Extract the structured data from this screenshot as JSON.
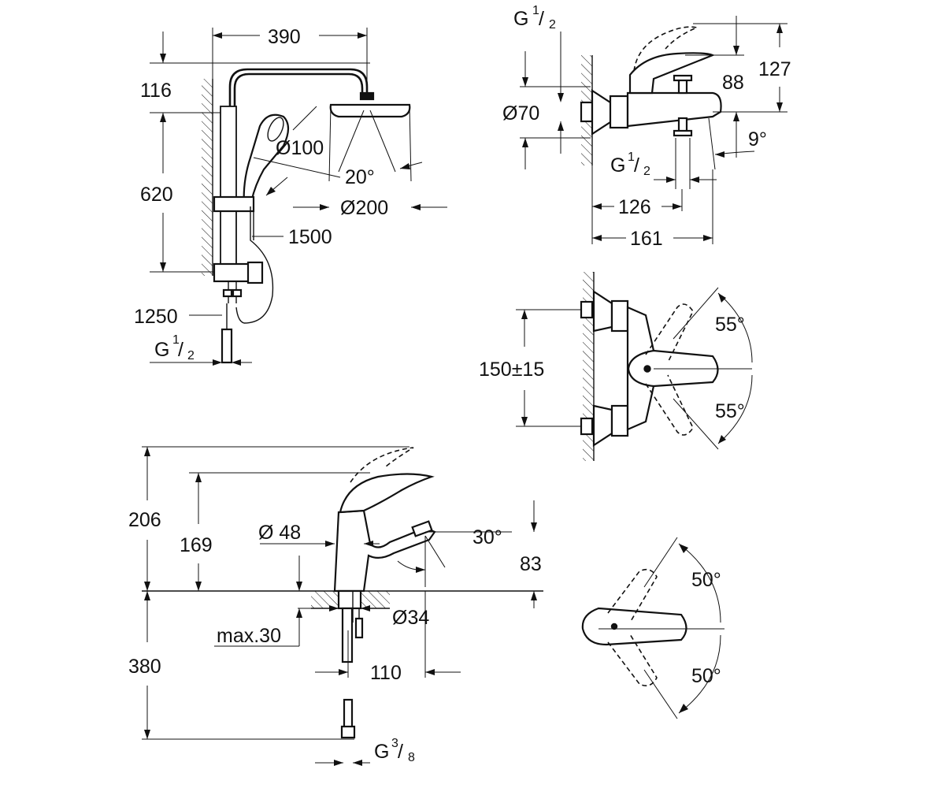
{
  "shower_system": {
    "dim_width": "390",
    "dim_top": "116",
    "dim_rail": "620",
    "dim_handshower": "Ø100",
    "dim_angle": "20°",
    "dim_head": "Ø200",
    "dim_hose": "1500",
    "dim_height": "1250",
    "conn_main": "G",
    "conn_sup": "1",
    "conn_sub": "2"
  },
  "bath_mixer": {
    "conn_top_main": "G",
    "conn_top_sup": "1",
    "conn_top_sub": "2",
    "dim_88": "88",
    "dim_127": "127",
    "dim_rosette": "Ø70",
    "dim_angle": "9°",
    "conn_bot_main": "G",
    "conn_bot_sup": "1",
    "conn_bot_sub": "2",
    "dim_126": "126",
    "dim_161": "161"
  },
  "bath_mixer_top_view": {
    "dim_center": "150±15",
    "angle_up": "55°",
    "angle_down": "55°"
  },
  "basin_mixer": {
    "dim_206": "206",
    "dim_169": "169",
    "dim_body": "Ø 48",
    "dim_angle": "30°",
    "dim_83": "83",
    "dim_hole": "Ø34",
    "dim_max": "max.30",
    "dim_110": "110",
    "dim_380": "380",
    "conn_main": "G",
    "conn_sup": "3",
    "conn_sub": "8"
  },
  "basin_mixer_top_view": {
    "angle_up": "50°",
    "angle_down": "50°"
  }
}
